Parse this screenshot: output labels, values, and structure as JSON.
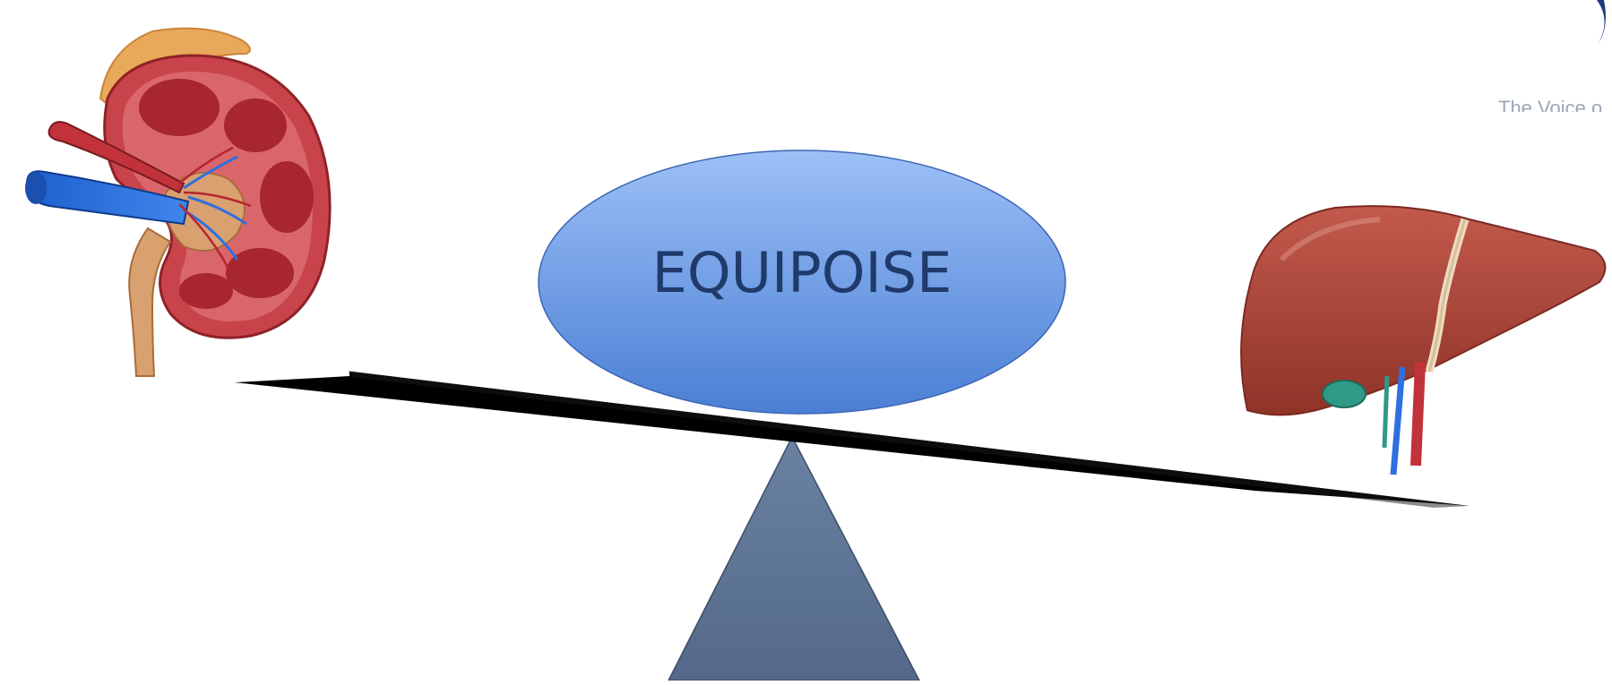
{
  "slide": {
    "title": "EQUIPOISE",
    "tagline": "The Voice o"
  },
  "illustrations": {
    "left": "kidney-illustration",
    "right": "liver-illustration",
    "fulcrum": "fulcrum-triangle",
    "beam": "seesaw-beam"
  },
  "colors": {
    "ellipse_top": "#9dc0f7",
    "ellipse_bottom": "#4a7fd4",
    "title_text": "#1f3a6b",
    "beam": "#000000",
    "fulcrum": "#5e7594",
    "kidney": "#b8353c",
    "liver": "#a9443a",
    "logo_swoosh": "#1d3d78"
  }
}
